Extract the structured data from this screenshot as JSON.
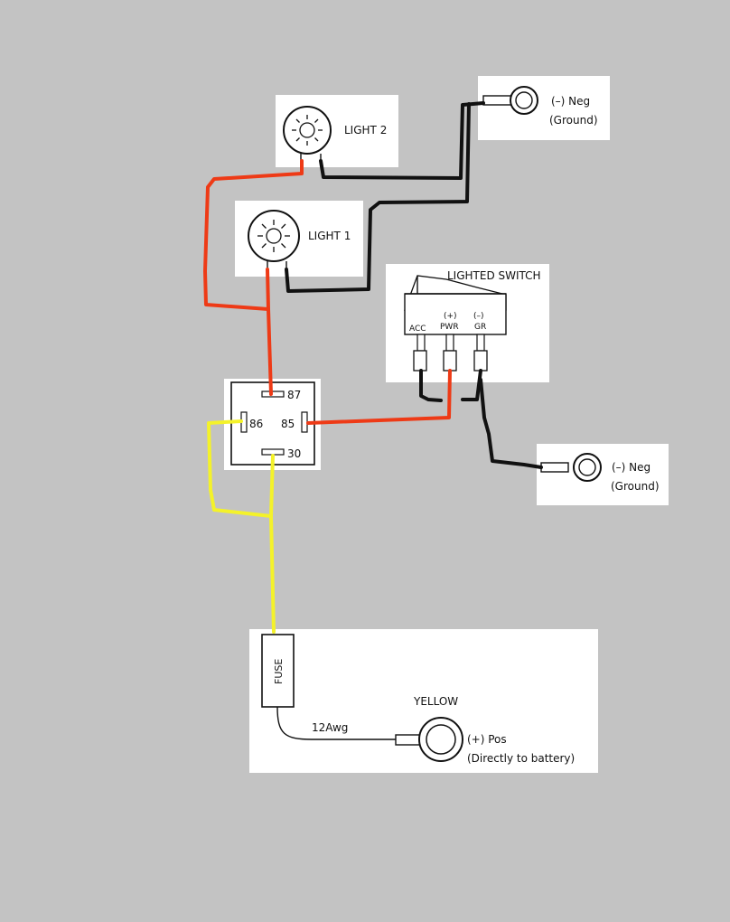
{
  "lights": {
    "light2": "LIGHT 2",
    "light1": "LIGHT 1"
  },
  "grounds": {
    "top": {
      "line1": "(–) Neg",
      "line2": "(Ground)"
    },
    "right": {
      "line1": "(–) Neg",
      "line2": "(Ground)"
    }
  },
  "switch": {
    "title": "LIGHTED SWITCH",
    "acc": "ACC",
    "pwr_sign": "(+)",
    "pwr": "PWR",
    "gr_sign": "(–)",
    "gr": "GR"
  },
  "relay": {
    "pin87": "87",
    "pin86": "86",
    "pin85": "85",
    "pin30": "30"
  },
  "battery": {
    "fuse": "FUSE",
    "wire_color": "YELLOW",
    "gauge": "12Awg",
    "pos_line1": "(+) Pos",
    "pos_line2": "(Directly to battery)"
  },
  "colors": {
    "background": "#c3c3c3",
    "panel": "#ffffff",
    "power_wire": "#ee3a16",
    "ground_wire": "#111111",
    "battery_wire": "#f4f22a"
  }
}
